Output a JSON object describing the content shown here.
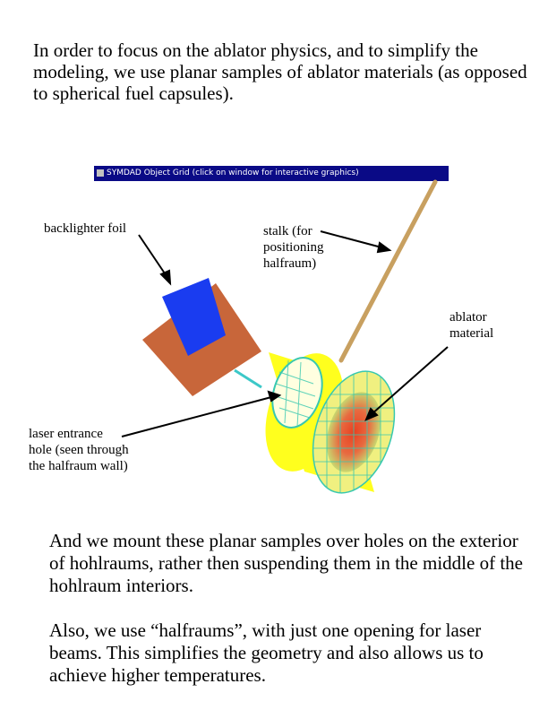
{
  "intro_text": "In order to focus on the ablator physics, and to simplify the modeling, we use planar samples of ablator materials (as opposed to spherical fuel capsules).",
  "window_title": "SYMDAD Object Grid  (click on window for interactive graphics)",
  "labels": {
    "backlighter": "backlighter foil",
    "stalk": "stalk (for positioning halfraum)",
    "ablator": "ablator material",
    "laser_hole": "laser entrance hole (seen through the halfraum wall)"
  },
  "paragraphs": [
    "And we mount these planar samples over holes on the exterior of hohlraums, rather then suspending them in the middle of the hohlraum interiors.",
    "Also, we use “halfraums”, with just one opening for laser beams.  This simplifies the geometry and also allows us to achieve higher temperatures."
  ],
  "colors": {
    "titlebar": "#0a0a86",
    "backlighter_plate": "#c8663a",
    "backlighter_foil": "#1a3cf0",
    "stalk": "#c8a060",
    "halfraum": "#ffff1e",
    "mesh": "#38c8b0",
    "ablator_core": "#e84020"
  }
}
